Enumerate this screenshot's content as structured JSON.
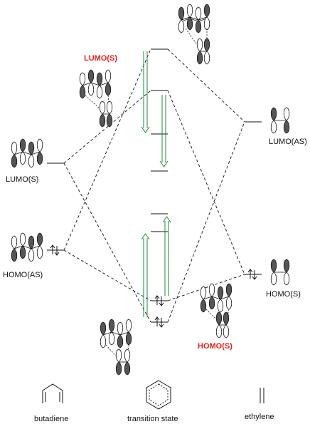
{
  "labels": {
    "lumo_s_butadiene": "LUMO(S)",
    "homo_as_butadiene": "HOMO(AS)",
    "lumo_as_ethylene": "LUMO(AS)",
    "homo_s_ethylene": "HOMO(S)",
    "lumo_s_highlight": "LUMO(S)",
    "homo_s_highlight": "HOMO(S)"
  },
  "captions": {
    "butadiene": "butadiene",
    "transition_state": "transition state",
    "ethylene": "ethylene"
  },
  "colors": {
    "highlight": "#e8201a",
    "arrow": "#1a8a3a",
    "line": "#111111",
    "lobe_fill": "#555555"
  }
}
